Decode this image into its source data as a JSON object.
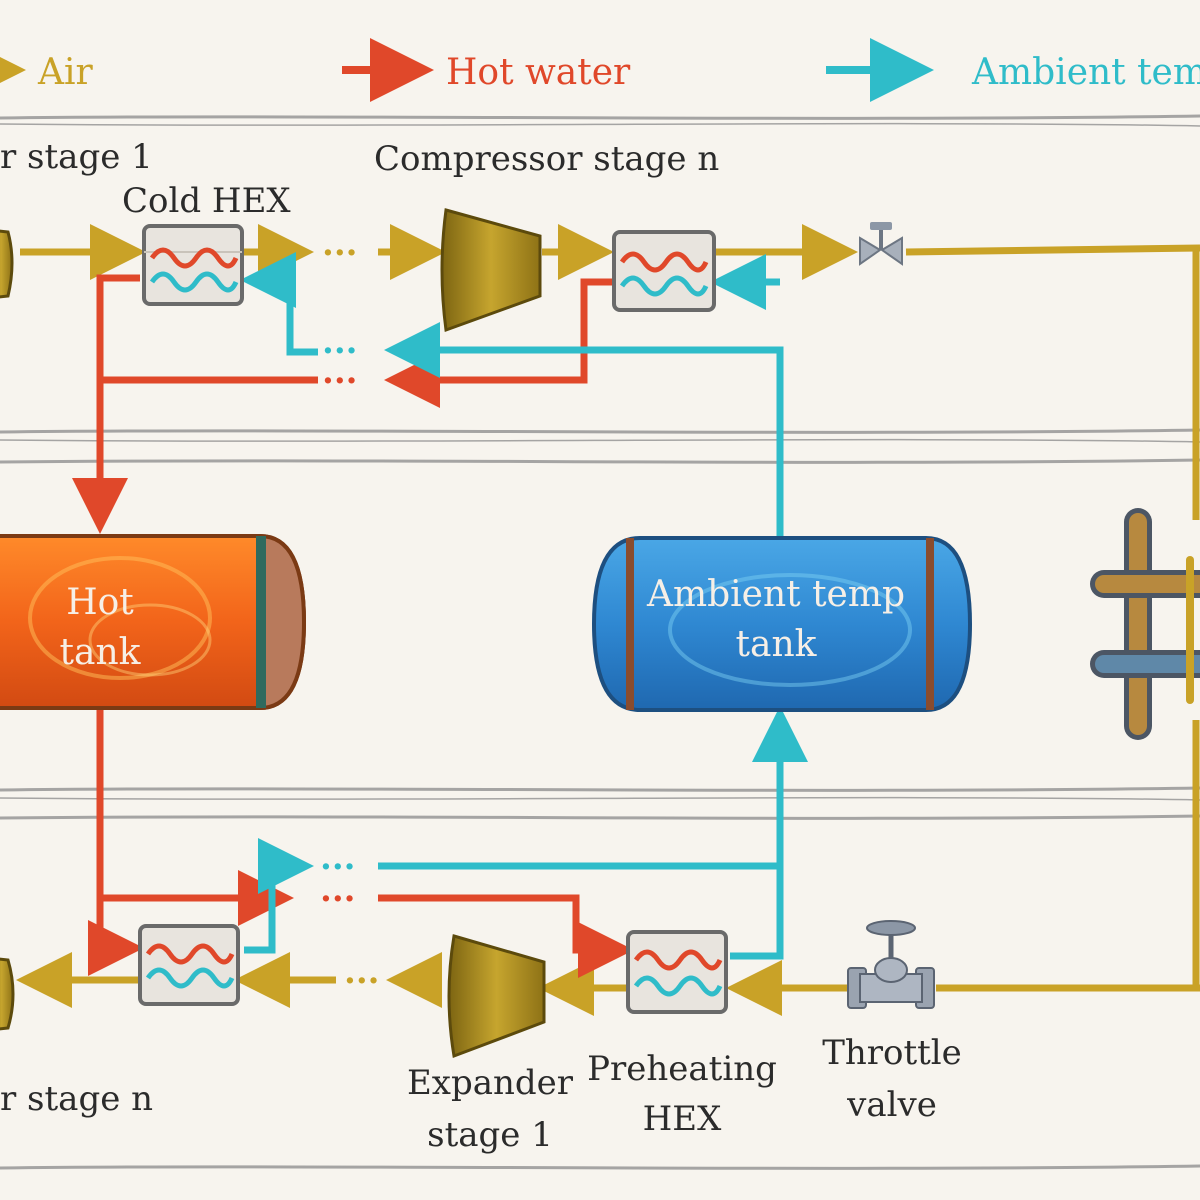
{
  "legend": {
    "air": "Air",
    "hot_water": "Hot water",
    "ambient": "Ambient temp"
  },
  "labels": {
    "compressor_stage_1": "r stage 1",
    "compressor_stage_n": "Compressor stage n",
    "cold_hex": "Cold HEX",
    "hot_tank_line1": "Hot",
    "hot_tank_line2": "tank",
    "ambient_tank_line1": "Ambient temp",
    "ambient_tank_line2": "tank",
    "expander_stage_n": "r stage n",
    "expander_stage_1_line1": "Expander",
    "expander_stage_1_line2": "stage 1",
    "preheating_hex_line1": "Preheating",
    "preheating_hex_line2": "HEX",
    "throttle_valve_line1": "Throttle",
    "throttle_valve_line2": "valve",
    "dots": "···"
  },
  "colors": {
    "air": "#c9a227",
    "hot_water": "#e0482a",
    "ambient": "#2fbcc9",
    "hot_tank": "#f26a1b",
    "ambient_tank": "#2f8fd6",
    "compressor": "#a88a1e",
    "valve": "#8c97a6"
  }
}
